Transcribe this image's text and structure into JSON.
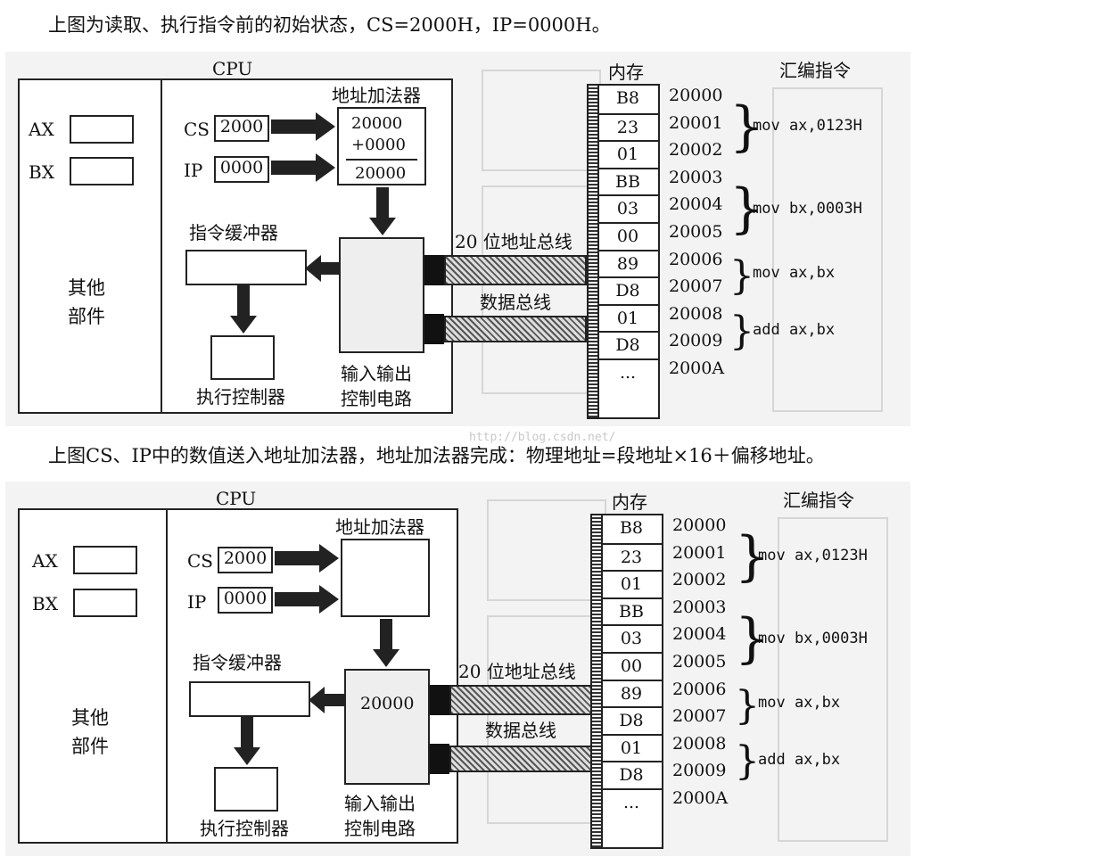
{
  "captions": {
    "top": "上图为读取、执行指令前的初始状态，CS=2000H，IP=0000H。",
    "middle": "上图CS、IP中的数值送入地址加法器，地址加法器完成：物理地址=段地址×16＋偏移地址。"
  },
  "watermark": "http://blog.csdn.net/",
  "labels": {
    "cpu": "CPU",
    "memory": "内存",
    "asm_header": "汇编指令",
    "addr_adder": "地址加法器",
    "instr_buffer": "指令缓冲器",
    "other_parts_1": "其他",
    "other_parts_2": "部件",
    "exec_ctrl": "执行控制器",
    "io_1": "输入输出",
    "io_2": "控制电路",
    "addr_bus": "20 位地址总线",
    "data_bus": "数据总线",
    "ax": "AX",
    "bx": "BX",
    "cs": "CS",
    "ip": "IP"
  },
  "registers": {
    "cs": "2000",
    "ip": "0000"
  },
  "adder_top": {
    "line1": "20000",
    "line2": "+0000",
    "line3": "20000"
  },
  "io_bottom_value": "20000",
  "memory": {
    "cells": [
      "B8",
      "23",
      "01",
      "BB",
      "03",
      "00",
      "89",
      "D8",
      "01",
      "D8",
      "..."
    ],
    "addresses": [
      "20000",
      "20001",
      "20002",
      "20003",
      "20004",
      "20005",
      "20006",
      "20007",
      "20008",
      "20009",
      "2000A"
    ]
  },
  "asm": [
    "mov ax,0123H",
    "mov bx,0003H",
    "mov ax,bx",
    "add ax,bx"
  ]
}
